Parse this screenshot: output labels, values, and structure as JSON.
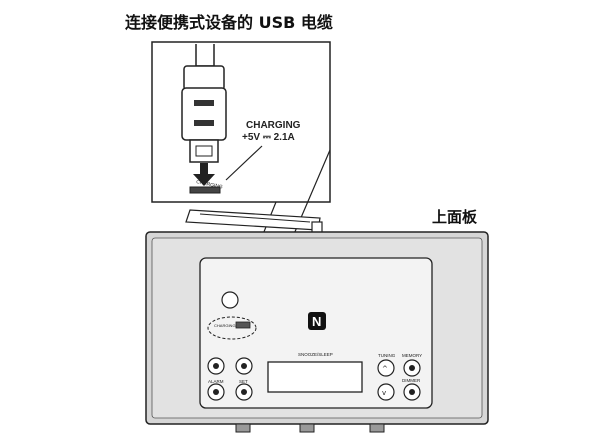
{
  "title": "连接便携式设备的 USB 电缆",
  "top_panel_label": "上面板",
  "charging": {
    "line1": "CHARGING",
    "line2": "+5V ⎓ 2.1A"
  },
  "panel": {
    "snooze_label": "SNOOZE/SLEEP",
    "tuning_label": "TUNING",
    "memory_label": "MEMORY",
    "alarm_label": "ALARM",
    "set_label": "SET",
    "dimmer_label": "DIMMER",
    "usb_small_label": "CHARGING"
  },
  "colors": {
    "line": "#222222",
    "device_fill": "#dcdcdc",
    "panel_fill": "#efefef",
    "screen_fill": "#e4e4e4"
  }
}
